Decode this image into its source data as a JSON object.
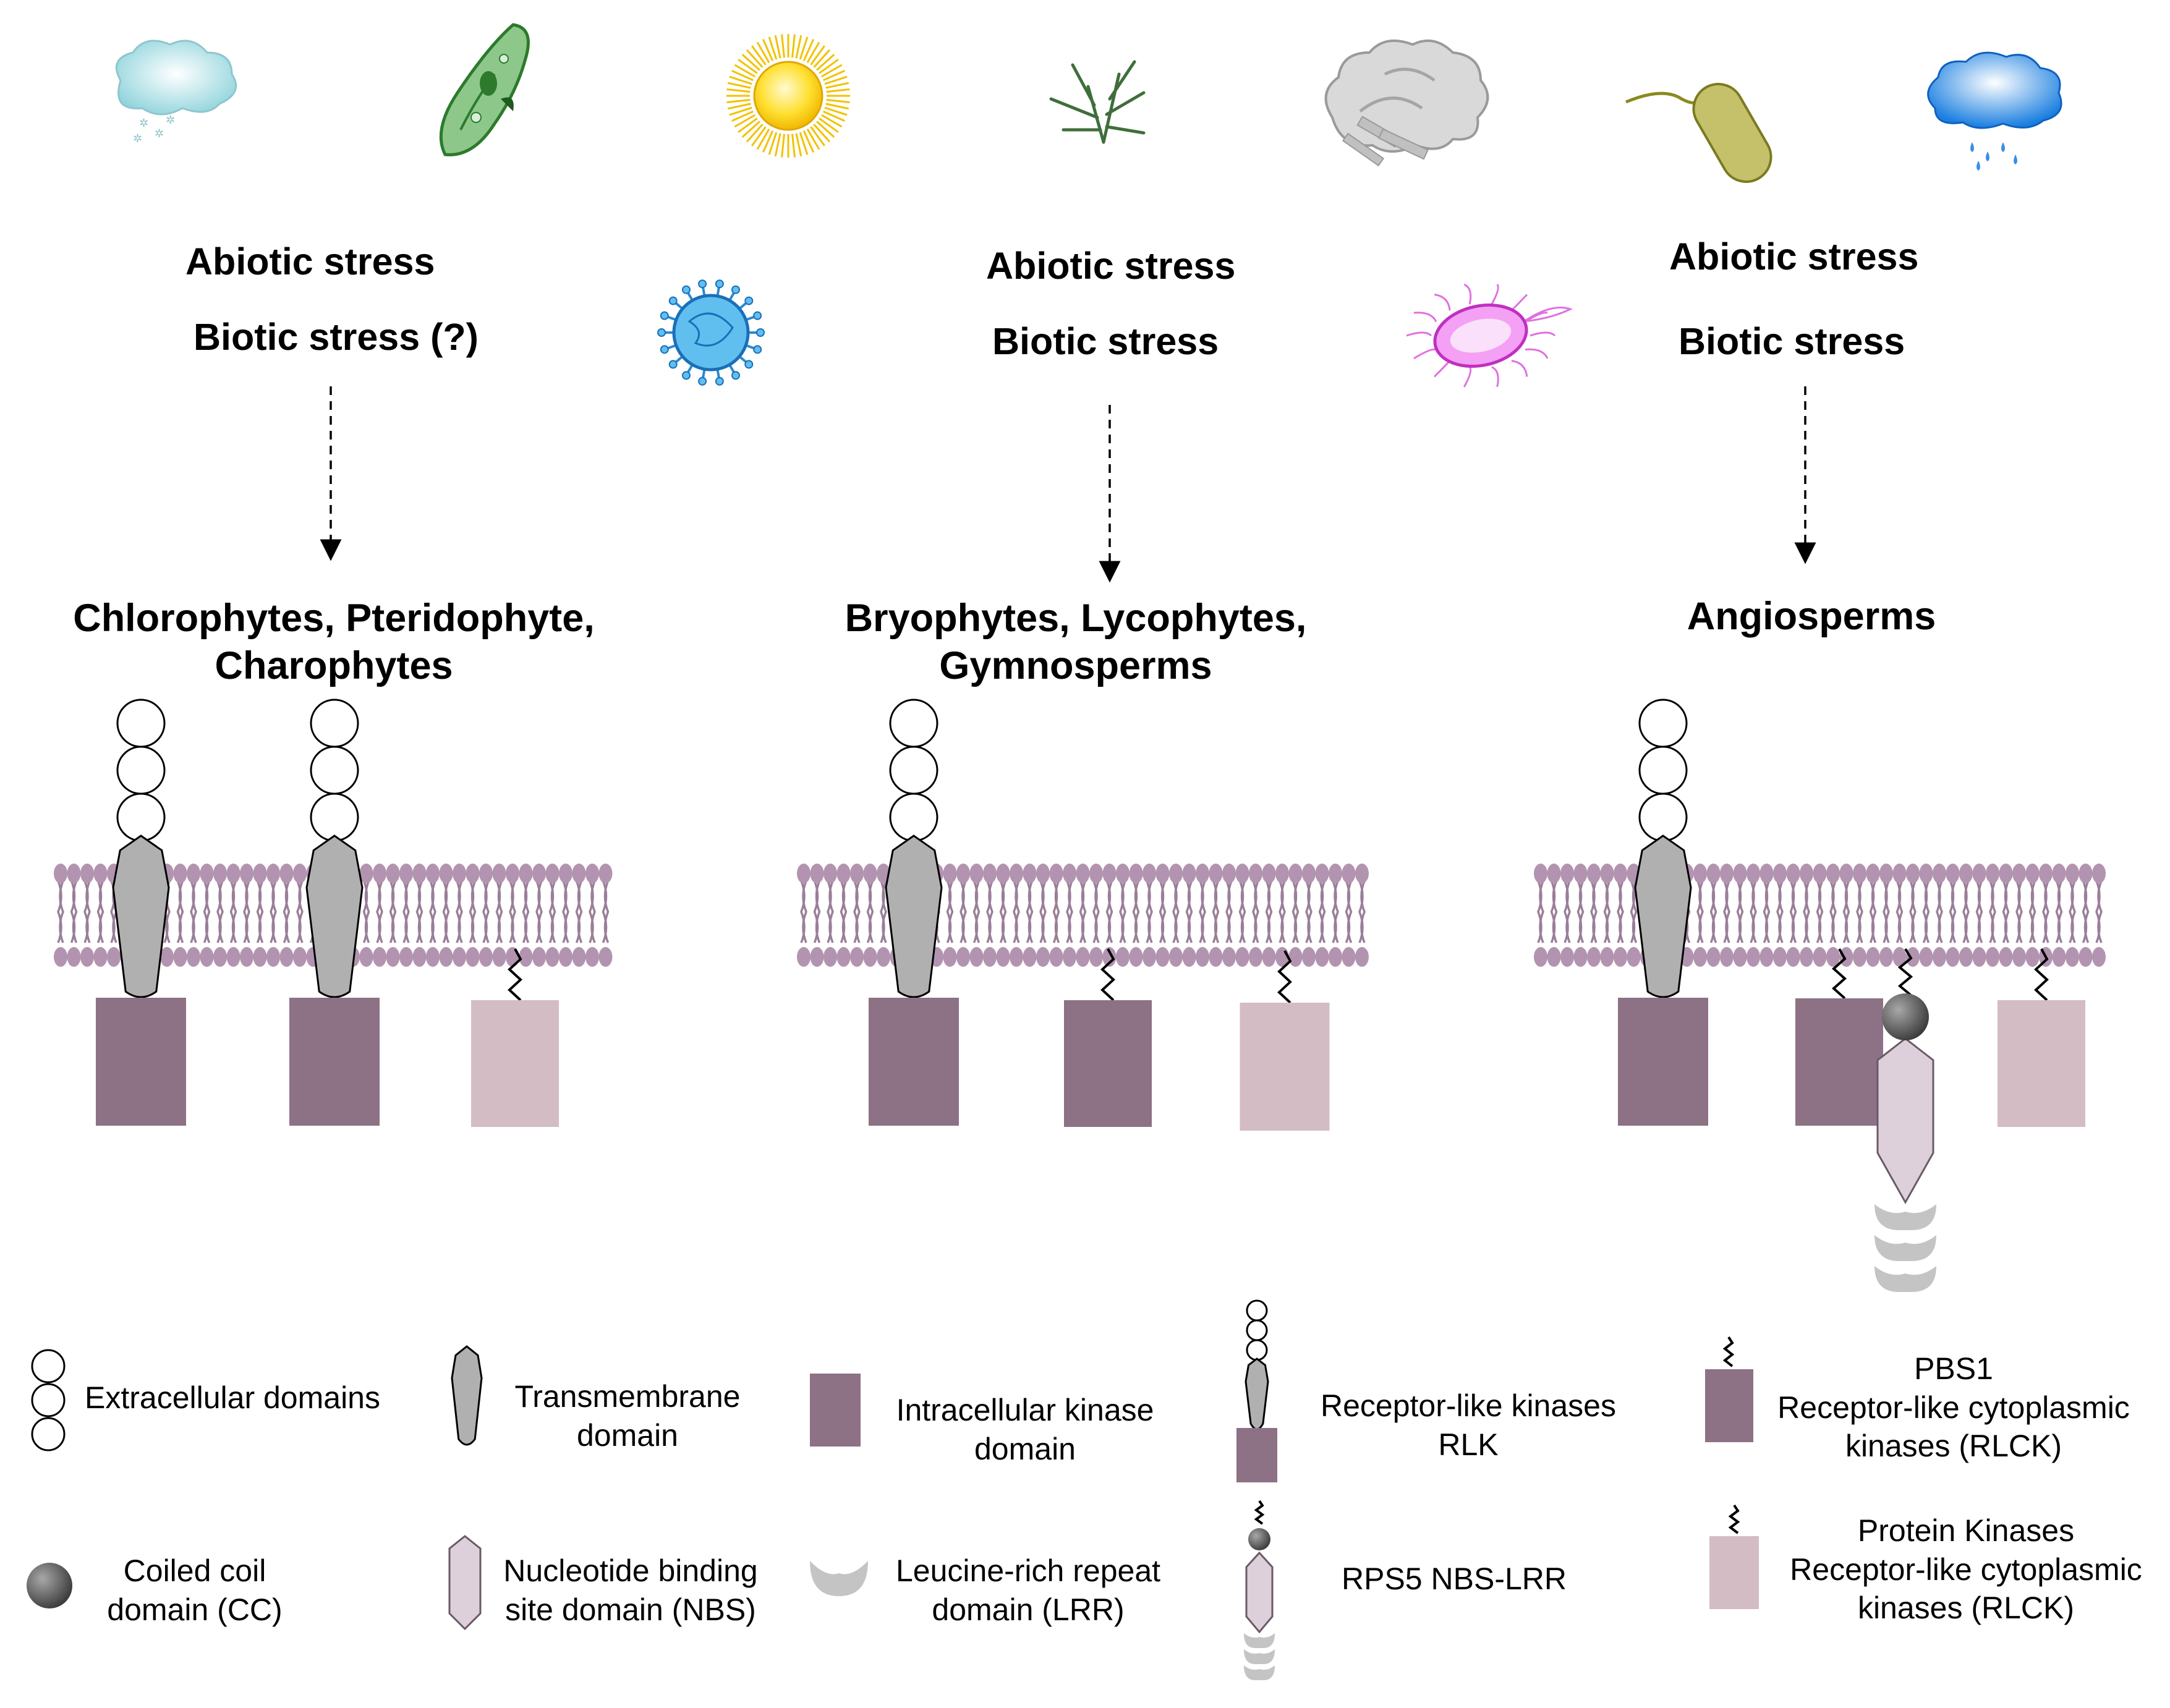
{
  "columns": [
    {
      "abiotic": "Abiotic stress",
      "biotic": "Biotic stress (?)",
      "group_line1": "Chlorophytes, Pteridophyte,",
      "group_line2": "Charophytes"
    },
    {
      "abiotic": "Abiotic stress",
      "biotic": "Biotic stress",
      "group_line1": "Bryophytes, Lycophytes,",
      "group_line2": "Gymnosperms"
    },
    {
      "abiotic": "Abiotic stress",
      "biotic": "Biotic stress",
      "group_line1": "Angiosperms",
      "group_line2": ""
    }
  ],
  "stress_icons": [
    "cold-snow-cloud-icon",
    "paramecium-icon",
    "sun-icon",
    "plant-seedling-icon",
    "smog-cloud-icon",
    "flagellated-bacterium-icon",
    "rain-cloud-icon",
    "virus-icon",
    "pink-bacterium-icon"
  ],
  "legend": {
    "extracellular": "Extracellular domains",
    "transmembrane_1": "Transmembrane",
    "transmembrane_2": "domain",
    "kinase_1": "Intracellular kinase",
    "kinase_2": "domain",
    "rlk_1": "Receptor-like kinases",
    "rlk_2": "RLK",
    "pbs1_1": "PBS1",
    "pbs1_2": "Receptor-like cytoplasmic",
    "pbs1_3": "kinases (RLCK)",
    "cc_1": "Coiled coil",
    "cc_2": "domain (CC)",
    "nbs_1": "Nucleotide binding",
    "nbs_2": "site domain (NBS)",
    "lrr_1": "Leucine-rich repeat",
    "lrr_2": "domain (LRR)",
    "rps5": "RPS5 NBS-LRR",
    "pk_1": "Protein Kinases",
    "pk_2": "Receptor-like cytoplasmic",
    "pk_3": "kinases (RLCK)"
  },
  "colors": {
    "membrane": "#b394b0",
    "membrane_tail": "#9a7f98",
    "kinase_dark": "#8d7185",
    "kinase_light": "#d3bcc4",
    "transmembrane": "#b0b0b0",
    "nbs": "#ddd0da",
    "cc": "#6a6a6a",
    "lrr": "#c4c4c4"
  }
}
